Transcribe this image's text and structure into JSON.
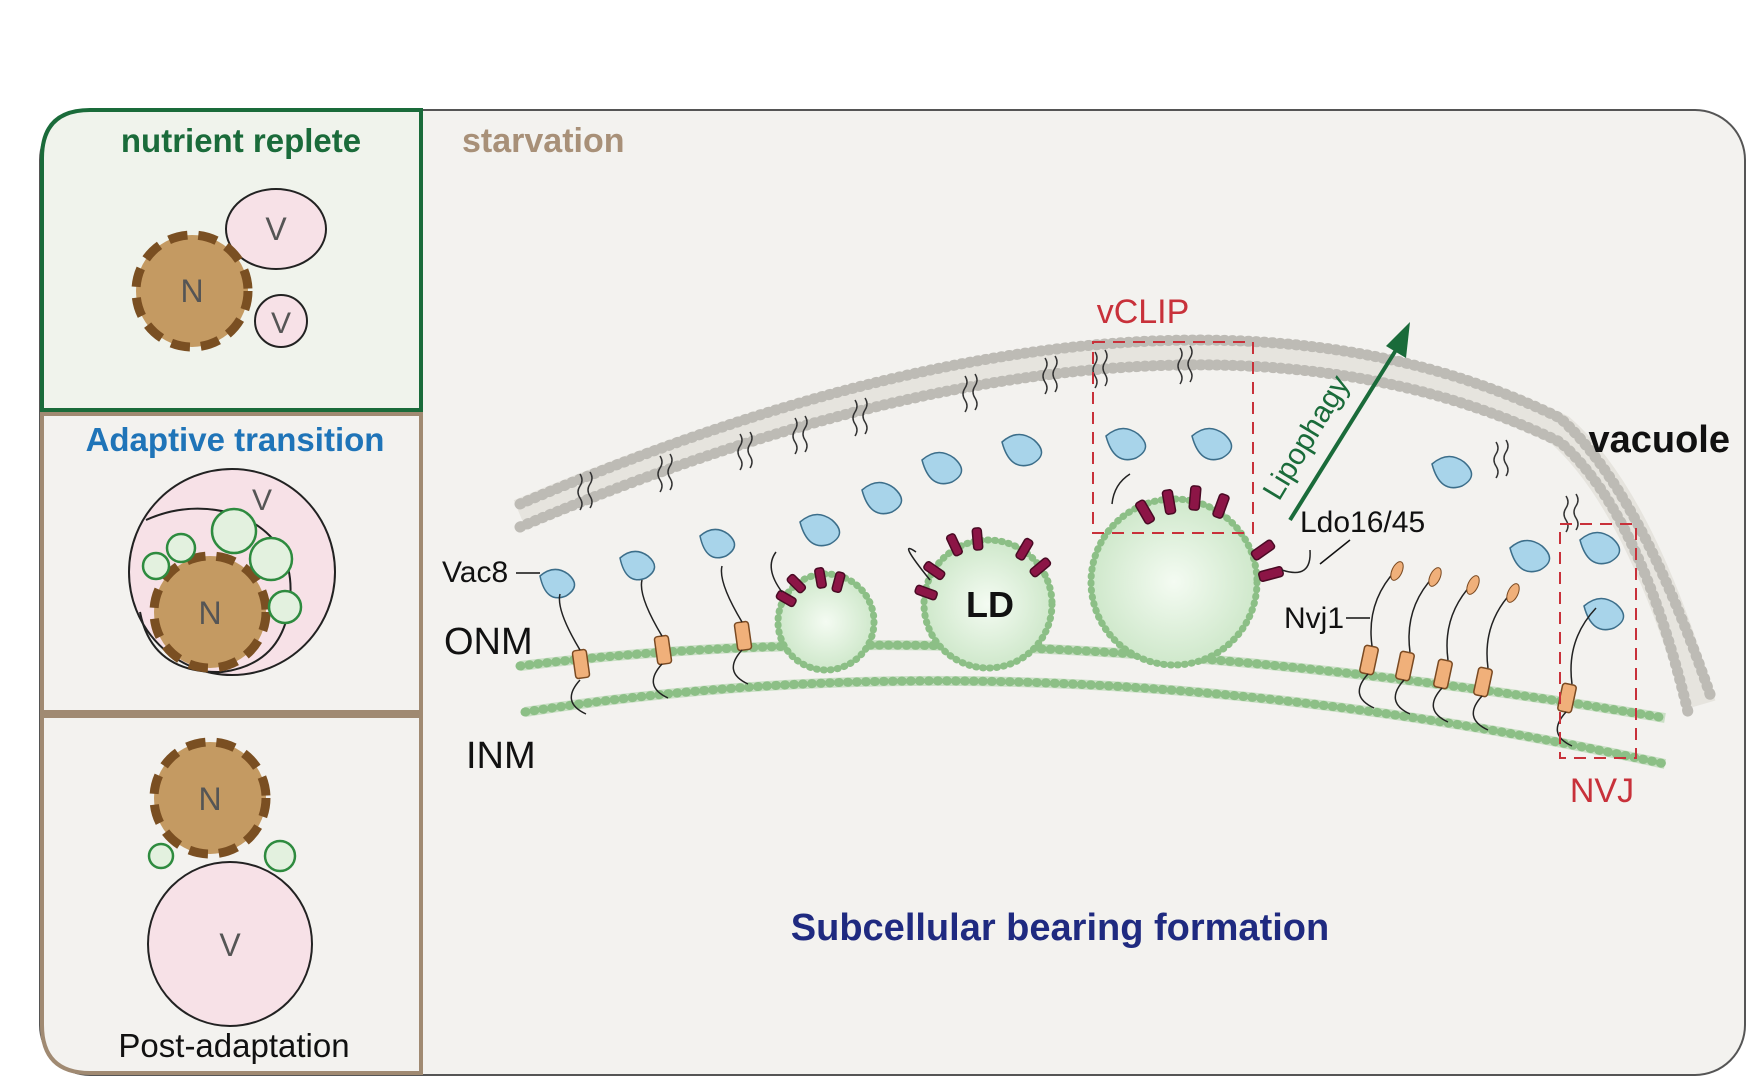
{
  "panels": {
    "nutrient_replete": {
      "title": "nutrient replete",
      "nucleus": "N",
      "vacuole_large": "V",
      "vacuole_small": "V"
    },
    "adaptive_transition": {
      "title": "Adaptive transition",
      "nucleus": "N",
      "vacuole": "V"
    },
    "post_adaptation": {
      "title": "Post-adaptation",
      "nucleus": "N",
      "vacuole": "V"
    },
    "starvation": {
      "title": "starvation"
    }
  },
  "diagram": {
    "vacuole_label": "vacuole",
    "onm_label": "ONM",
    "inm_label": "INM",
    "ld_label": "LD",
    "vac8_label": "Vac8",
    "ldo_label": "Ldo16/45",
    "nvj1_label": "Nvj1",
    "vclip_label": "vCLIP",
    "nvj_label": "NVJ",
    "lipophagy_label": "Lipophagy",
    "caption": "Subcellular bearing formation"
  },
  "colors": {
    "replete_green": "#1a6b3a",
    "adaptive_blue": "#1f74b8",
    "starvation_tan": "#a89078",
    "frame_tan": "#a08a72",
    "nucleus_brown": "#c49a62",
    "vacuole_pink": "#f7e1e7",
    "ld_green": "#d9eed8",
    "dashed_red": "#c8313a",
    "caption_navy": "#1f2a80",
    "protein_blue": "#a8d4ea",
    "ldo_magenta": "#8c1546",
    "nvj1_orange": "#f0b07a"
  }
}
